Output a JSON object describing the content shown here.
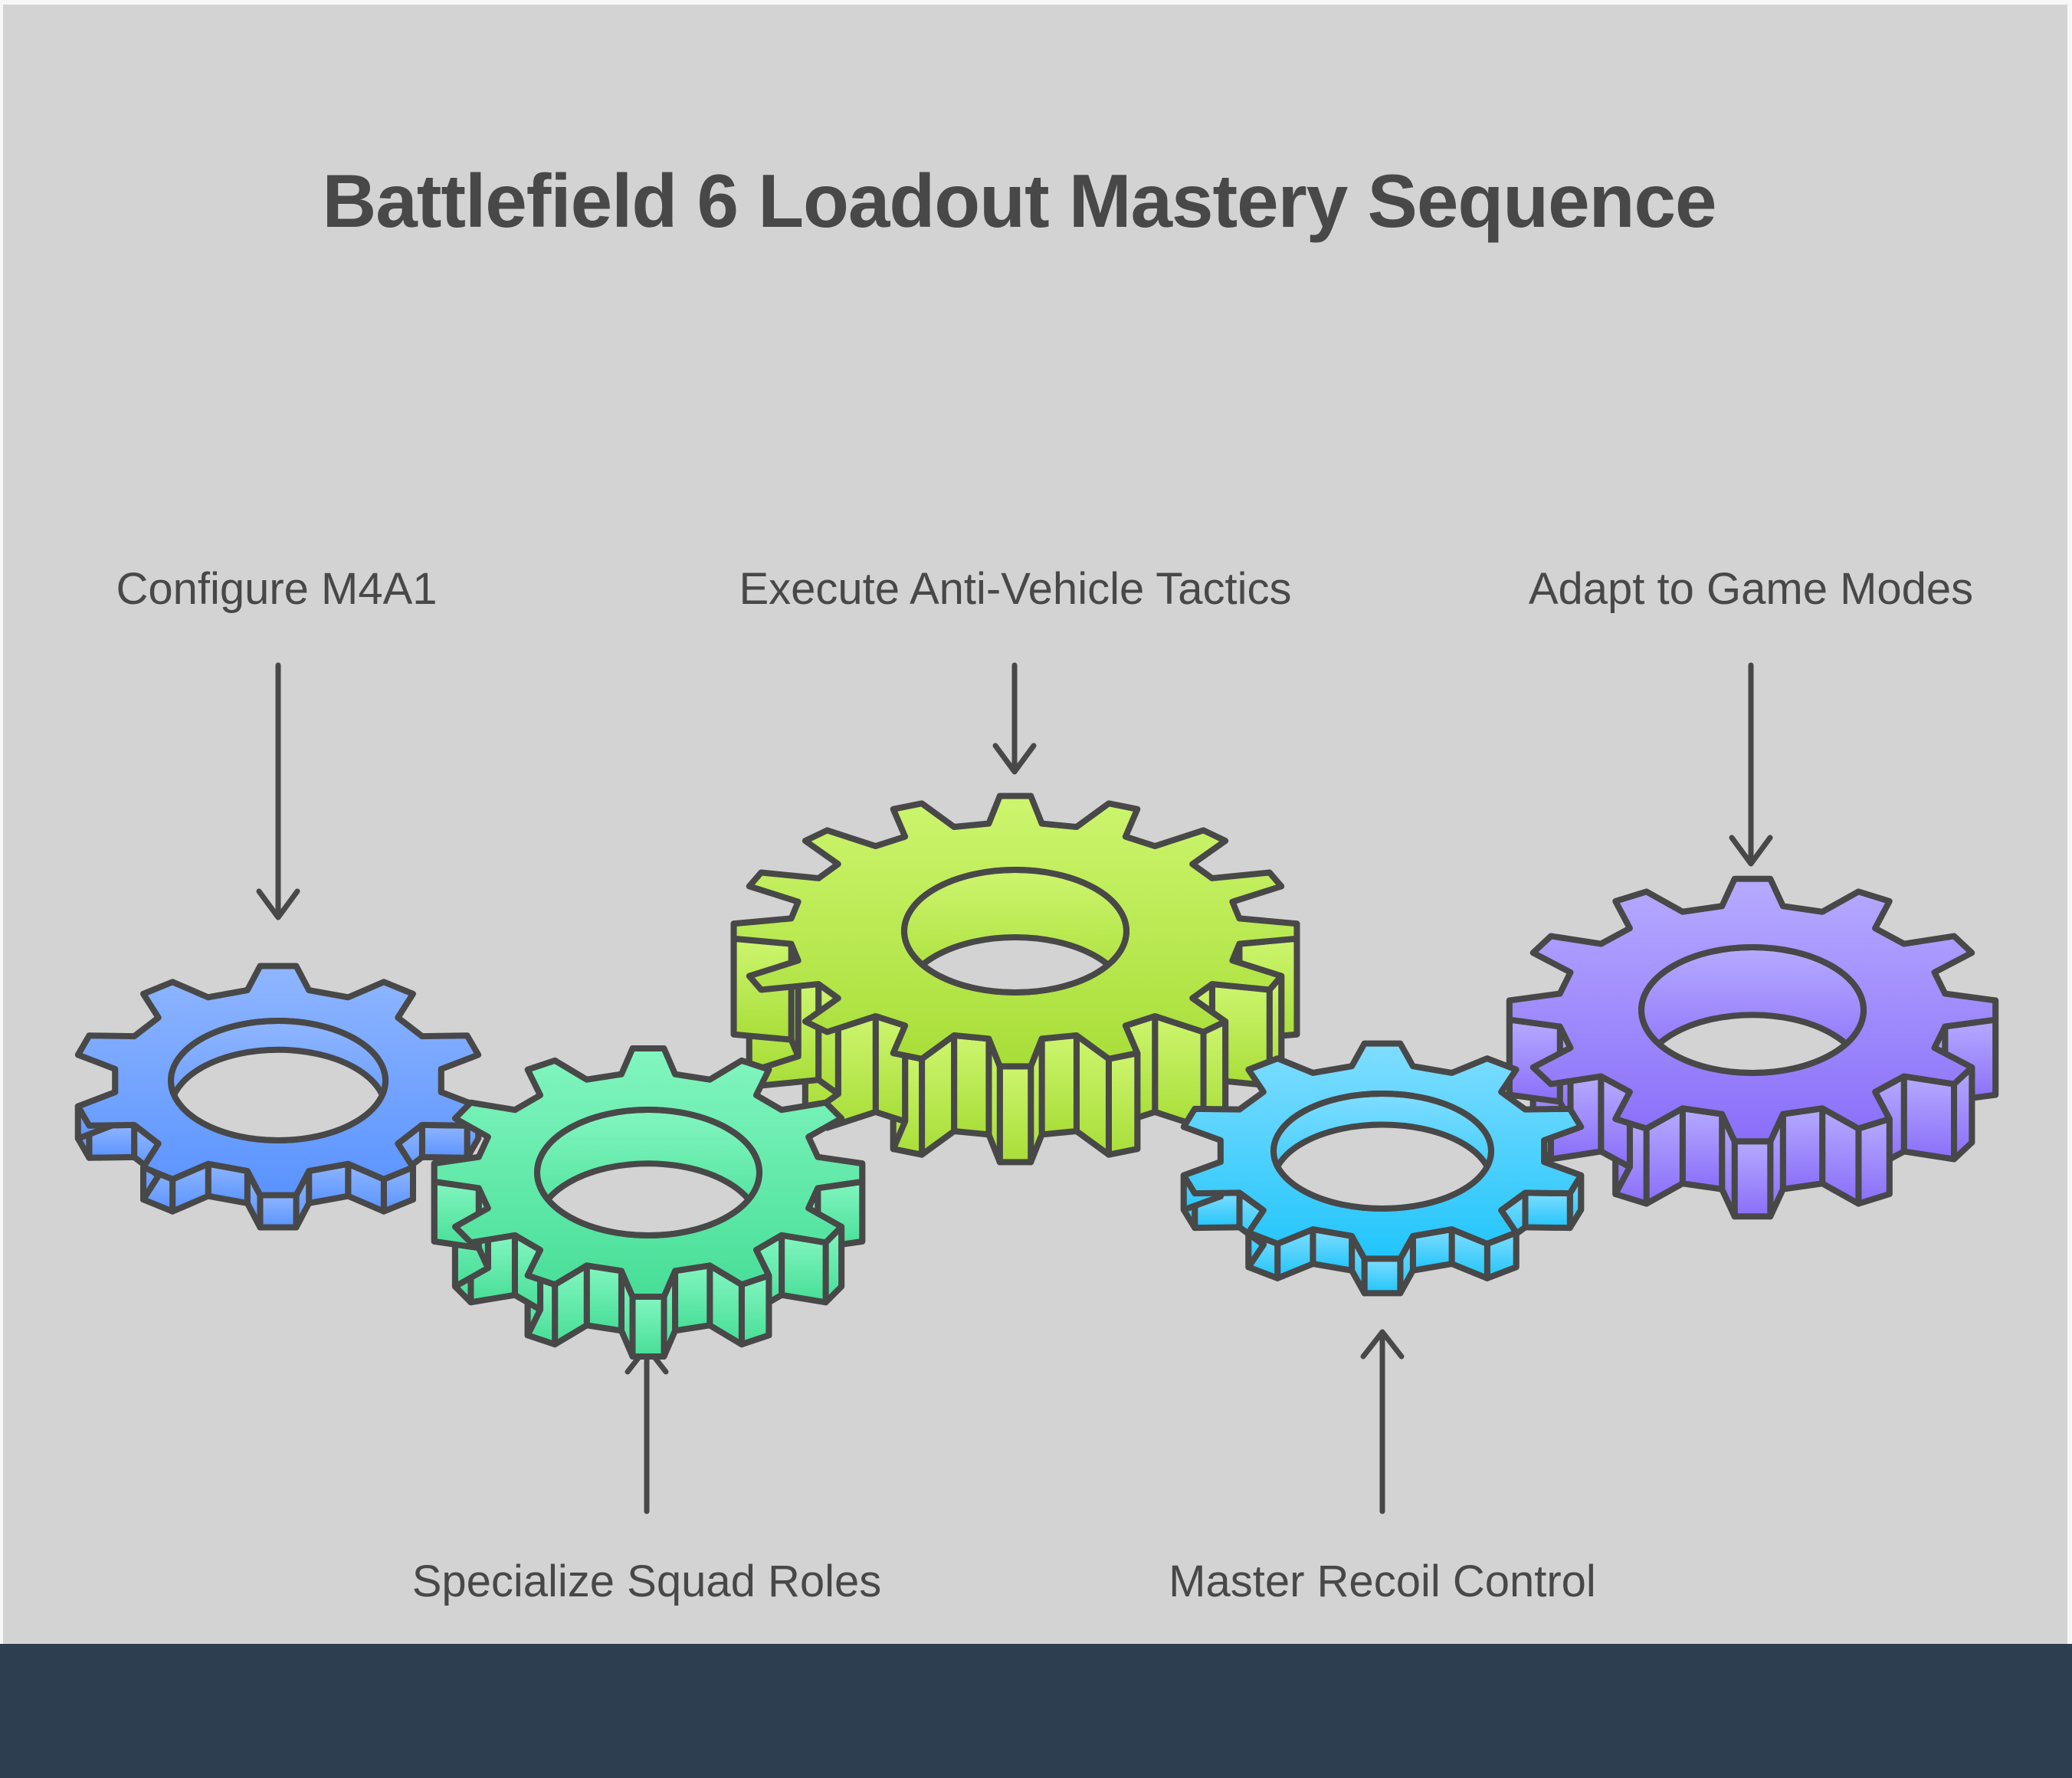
{
  "title": "Battlefield 6 Loadout Mastery Sequence",
  "steps": [
    {
      "label": "Configure M4A1",
      "position": "top",
      "color_top": "#8fb6ff",
      "color_bottom": "#5a93ff",
      "teeth": 10
    },
    {
      "label": "Specialize Squad Roles",
      "position": "bottom",
      "color_top": "#82f6c0",
      "color_bottom": "#47de97",
      "teeth": 12
    },
    {
      "label": "Execute Anti-Vehicle Tactics",
      "position": "top",
      "color_top": "#cdf56e",
      "color_bottom": "#a8de38",
      "teeth": 16
    },
    {
      "label": "Master Recoil Control",
      "position": "bottom",
      "color_top": "#80ddff",
      "color_bottom": "#20c5fb",
      "teeth": 10
    },
    {
      "label": "Adapt to Game Modes",
      "position": "top",
      "color_top": "#b6aaff",
      "color_bottom": "#8a6ef9",
      "teeth": 12
    }
  ],
  "colors": {
    "background": "#d3d3d3",
    "footer": "#2d3e50",
    "ink": "#484848"
  }
}
